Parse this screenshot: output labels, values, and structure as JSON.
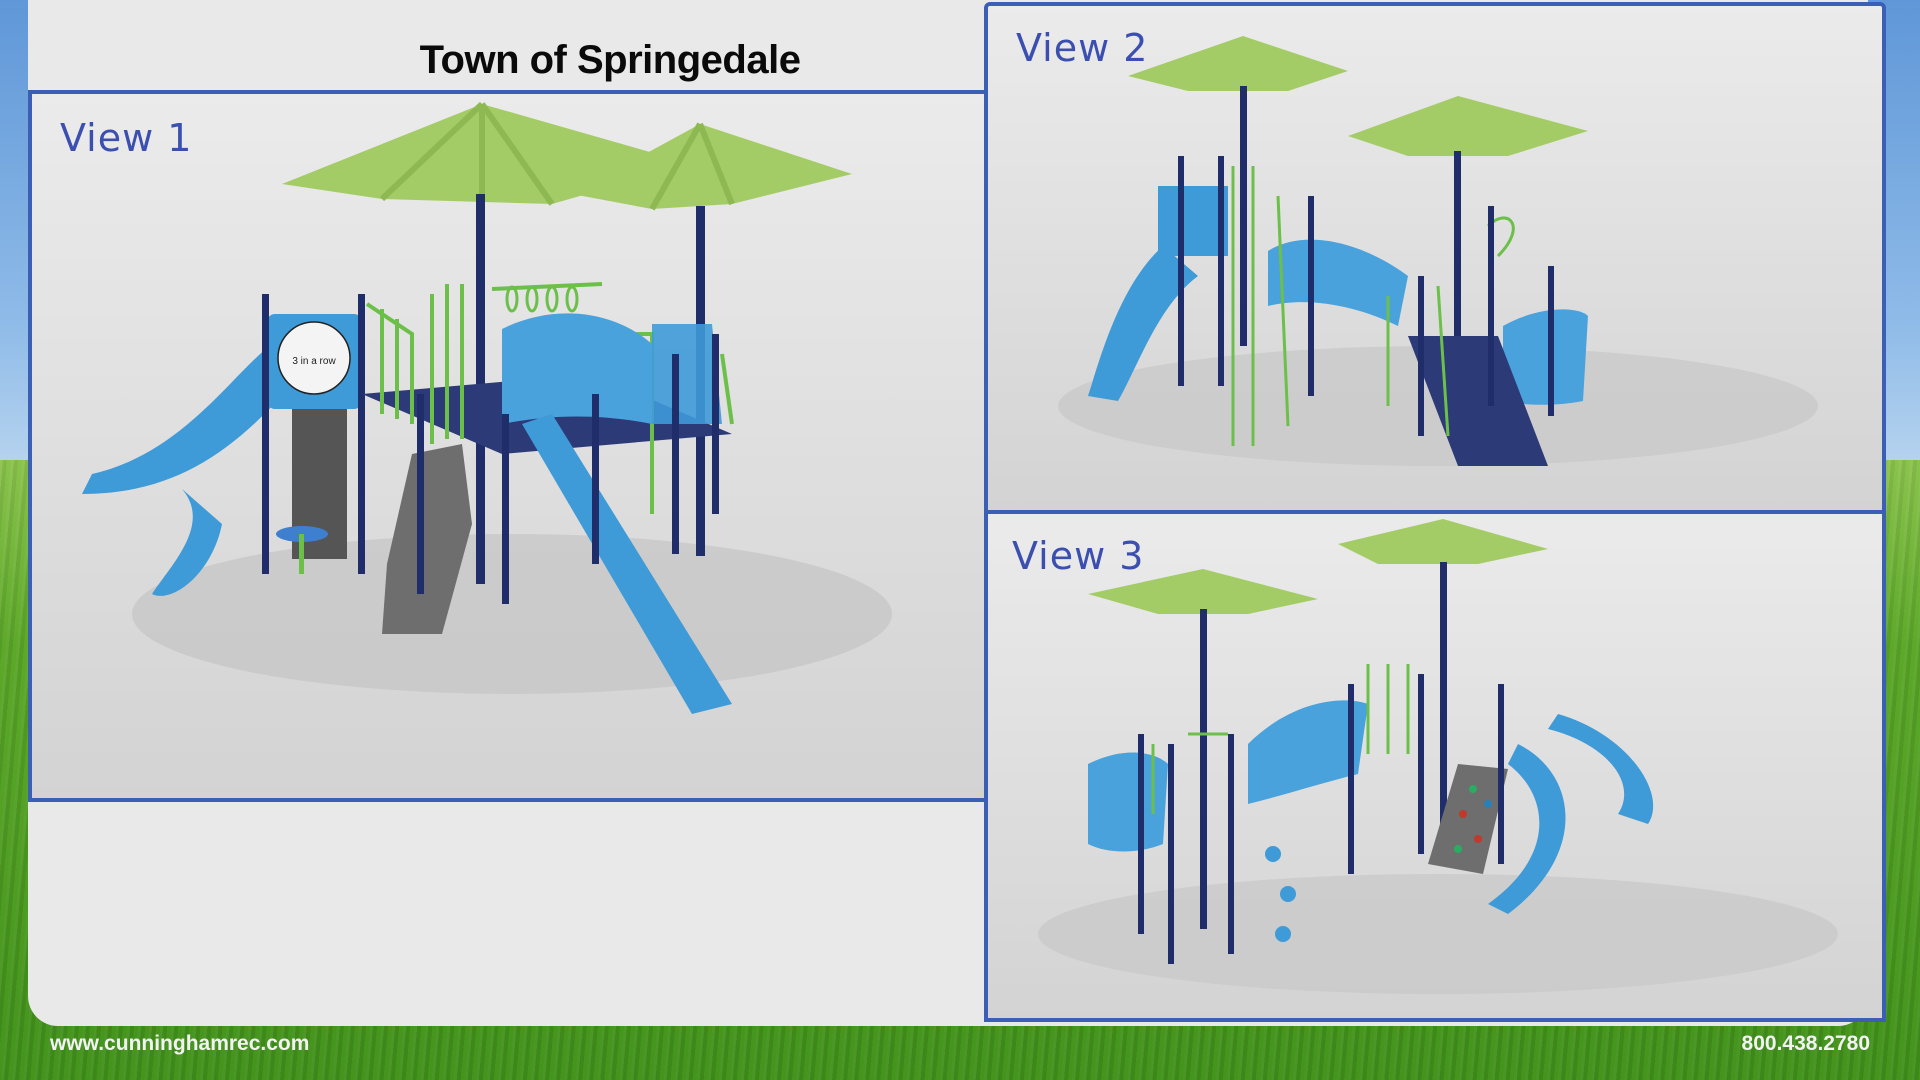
{
  "header": {
    "title": "Town of Springedale"
  },
  "views": [
    {
      "label": "View 1",
      "sign_text": "3 in a row"
    },
    {
      "label": "View 2"
    },
    {
      "label": "View 3"
    }
  ],
  "footer": {
    "website": "www.cunninghamrec.com",
    "phone": "800.438.2780"
  },
  "colors": {
    "panel_border": "#3a5fb5",
    "view_label": "#3a4fb0",
    "canopy": "#9cc85e",
    "post": "#1f2d6b",
    "plastic_blue": "#3f9ad8",
    "rail_green": "#6cc04a",
    "rock_gray": "#6e6e6e"
  }
}
